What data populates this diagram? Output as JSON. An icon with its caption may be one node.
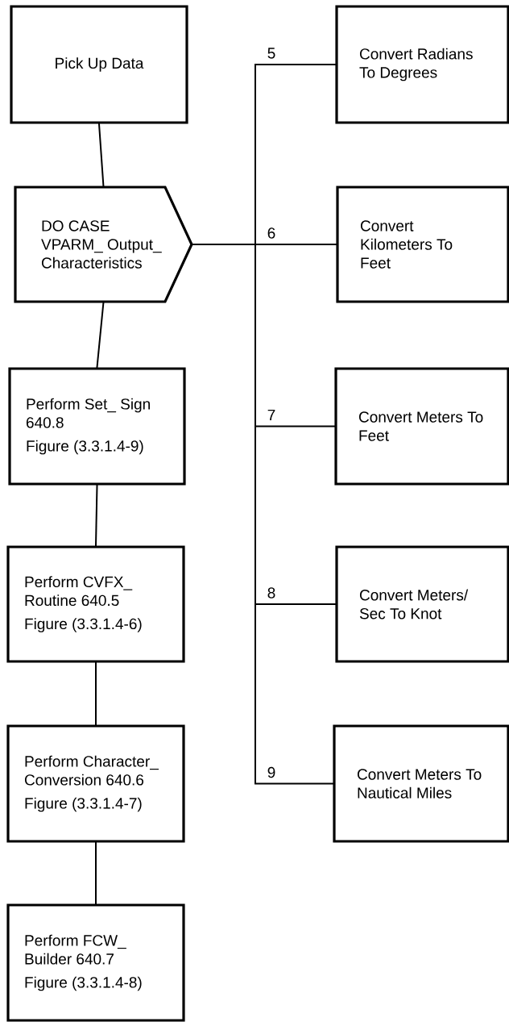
{
  "diagram": {
    "nodes": [
      {
        "text": [
          "Pick Up Data"
        ]
      },
      {
        "text": [
          "DO CASE VPARM_ Output_ Characteristics"
        ]
      },
      {
        "text": [
          "Perform Set_ Sign 640.8",
          "Figure (3.3.1.4-9)"
        ]
      },
      {
        "text": [
          "Perform CVFX_ Routine 640.5",
          "Figure (3.3.1.4-6)"
        ]
      },
      {
        "text": [
          "Perform Character_ Conversion 640.6",
          "Figure (3.3.1.4-7)"
        ]
      },
      {
        "text": [
          "Perform FCW_ Builder 640.7",
          "Figure (3.3.1.4-8)"
        ]
      },
      {
        "text": [
          "Convert Radians To Degrees"
        ]
      },
      {
        "text": [
          "Convert Kilometers To Feet"
        ]
      },
      {
        "text": [
          "Convert Meters To Feet"
        ]
      },
      {
        "text": [
          "Convert Meters/ Sec To Knot"
        ]
      },
      {
        "text": [
          "Convert Meters To Nautical Miles"
        ]
      }
    ],
    "edges": [
      {
        "from": 0,
        "to": 1,
        "arrow": "none"
      },
      {
        "from": 1,
        "to": 2,
        "arrow": "none"
      },
      {
        "from": 2,
        "to": 3,
        "arrow": "none"
      },
      {
        "from": 3,
        "to": 4,
        "arrow": "none"
      },
      {
        "from": 4,
        "to": 5,
        "arrow": "none"
      },
      {
        "from": 1,
        "to": 6,
        "arrow": "none",
        "label": "5"
      },
      {
        "from": 1,
        "to": 7,
        "arrow": "none",
        "label": "6"
      },
      {
        "from": 1,
        "to": 8,
        "arrow": "none",
        "label": "7"
      },
      {
        "from": 1,
        "to": 9,
        "arrow": "none",
        "label": "8"
      },
      {
        "from": 1,
        "to": 10,
        "arrow": "none",
        "label": "9"
      }
    ]
  }
}
